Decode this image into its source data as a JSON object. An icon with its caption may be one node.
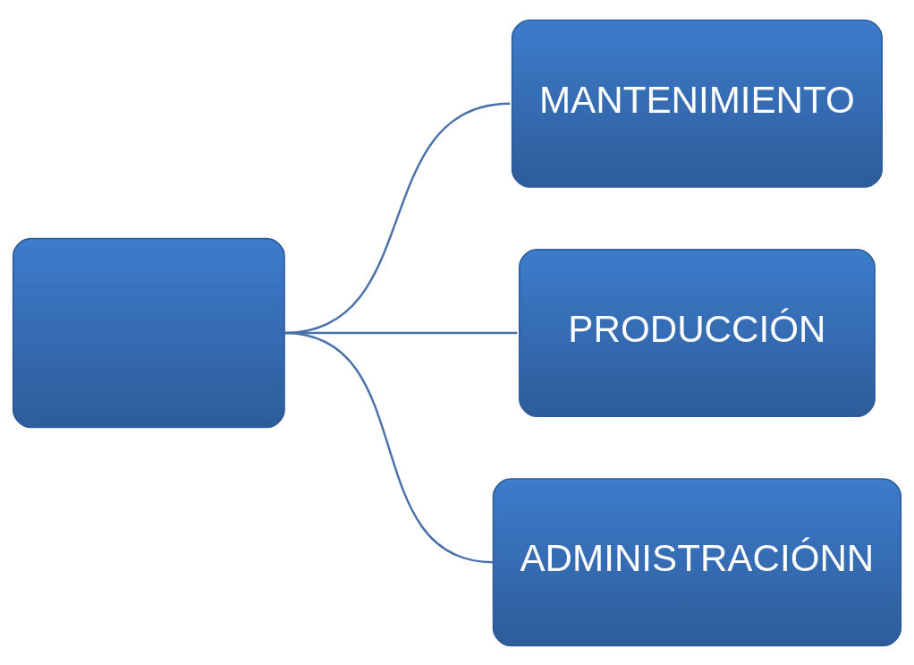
{
  "diagram": {
    "nodes": [
      {
        "text": [],
        "shape": "box"
      },
      {
        "text": [
          "MANTENIMIENTO"
        ]
      },
      {
        "text": [
          "PRODUCCIÓN"
        ]
      },
      {
        "text": [
          "ADMINISTRACIÓNN"
        ]
      }
    ],
    "edges": [
      {
        "from": 0,
        "to": 1,
        "arrow": "none"
      },
      {
        "from": 0,
        "to": 2,
        "arrow": "none"
      },
      {
        "from": 0,
        "to": 3,
        "arrow": "none"
      }
    ]
  }
}
